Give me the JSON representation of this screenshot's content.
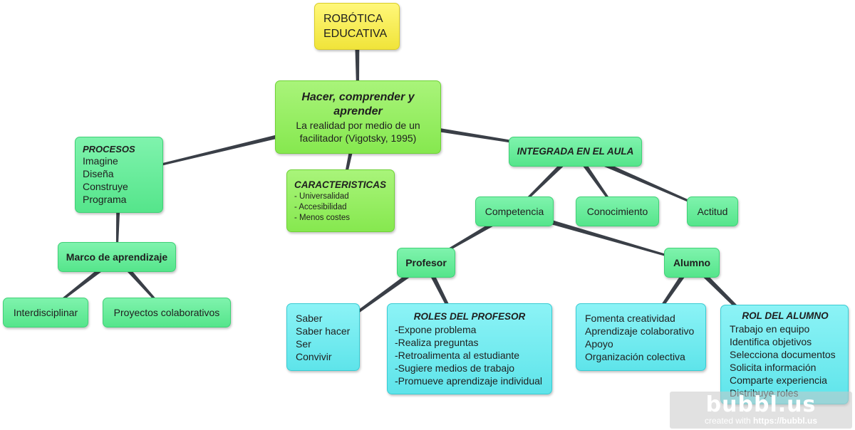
{
  "nodes": {
    "root": {
      "lines": [
        "ROBÓTICA",
        "EDUCATIVA"
      ]
    },
    "hacer": {
      "heading_lines": [
        "Hacer, comprender y",
        "aprender"
      ],
      "body_lines": [
        "La realidad por medio de un",
        "facilitador  (Vigotsky, 1995)"
      ]
    },
    "procesos": {
      "heading": "PROCESOS",
      "items": [
        "Imagine",
        "Diseña",
        "Construye",
        "Programa"
      ]
    },
    "caracteristicas": {
      "heading": "CARACTERISTICAS",
      "items": [
        "- Universalidad",
        "- Accesibilidad",
        "- Menos costes"
      ]
    },
    "integrada": {
      "label": "INTEGRADA EN EL AULA"
    },
    "marco": {
      "label": "Marco de aprendizaje"
    },
    "interdisciplinar": {
      "label": "Interdisciplinar"
    },
    "proyectos": {
      "label": "Proyectos colaborativos"
    },
    "competencia": {
      "label": "Competencia"
    },
    "conocimiento": {
      "label": "Conocimiento"
    },
    "actitud": {
      "label": "Actitud"
    },
    "profesor": {
      "label": "Profesor"
    },
    "alumno": {
      "label": "Alumno"
    },
    "saber": {
      "items": [
        "Saber",
        "Saber hacer",
        "Ser",
        "Convivir"
      ]
    },
    "roles_profesor": {
      "heading": "ROLES DEL PROFESOR",
      "items": [
        "-Expone problema",
        "-Realiza preguntas",
        "-Retroalimenta al estudiante",
        "-Sugiere medios de trabajo",
        "-Promueve aprendizaje individual"
      ]
    },
    "fomenta": {
      "items": [
        "Fomenta creatividad",
        "Aprendizaje colaborativo",
        "Apoyo",
        "Organización colectiva"
      ]
    },
    "rol_alumno": {
      "heading": "ROL DEL ALUMNO",
      "items": [
        "Trabajo en equipo",
        "Identifica objetivos",
        "Selecciona documentos",
        "Solicita información",
        "Comparte experiencia",
        "Distribuye roles"
      ]
    }
  },
  "links": [
    [
      "root",
      "hacer"
    ],
    [
      "hacer",
      "procesos"
    ],
    [
      "hacer",
      "caracteristicas"
    ],
    [
      "hacer",
      "integrada"
    ],
    [
      "procesos",
      "marco"
    ],
    [
      "marco",
      "interdisciplinar"
    ],
    [
      "marco",
      "proyectos"
    ],
    [
      "integrada",
      "competencia"
    ],
    [
      "integrada",
      "conocimiento"
    ],
    [
      "integrada",
      "actitud"
    ],
    [
      "competencia",
      "profesor"
    ],
    [
      "competencia",
      "alumno"
    ],
    [
      "profesor",
      "saber"
    ],
    [
      "profesor",
      "roles_profesor"
    ],
    [
      "alumno",
      "fomenta"
    ],
    [
      "alumno",
      "rol_alumno"
    ]
  ],
  "colors": {
    "link": "#3a3f47",
    "yellow": "#f4e94a",
    "lime": "#92ec5c",
    "green": "#62ea95",
    "cyan": "#6be8ee"
  },
  "watermark": {
    "logo": "bubbl.us",
    "caption_prefix": "created with",
    "caption_url": "https://bubbl.us"
  }
}
